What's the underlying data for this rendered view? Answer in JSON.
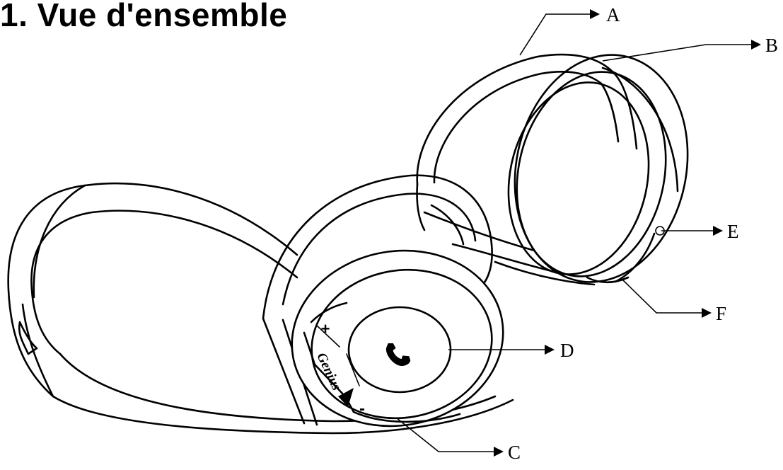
{
  "heading": "1. Vue d'ensemble",
  "callouts": {
    "A": "A",
    "B": "B",
    "C": "C",
    "D": "D",
    "E": "E",
    "F": "F"
  },
  "headset": {
    "brand_logo": "Genius",
    "volume_up": "+",
    "volume_down": "-"
  },
  "icons": {
    "call_button": "phone-icon"
  }
}
